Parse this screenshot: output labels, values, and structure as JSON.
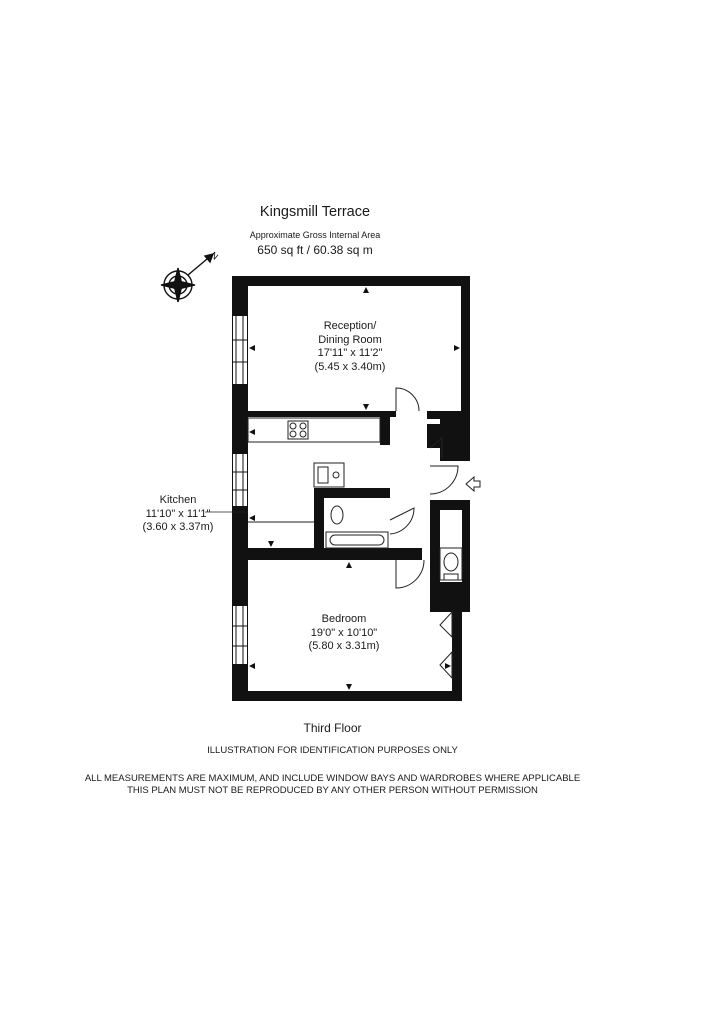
{
  "header": {
    "title": "Kingsmill Terrace",
    "area_label": "Approximate Gross Internal Area",
    "area_value": "650 sq ft  /  60.38 sq m"
  },
  "rooms": {
    "reception": {
      "name_line1": "Reception/",
      "name_line2": "Dining Room",
      "dimensions_imperial": "17'11\" x 11'2\"",
      "dimensions_metric": "(5.45 x 3.40m)"
    },
    "kitchen": {
      "name": "Kitchen",
      "dimensions_imperial": "11'10\" x 11'1\"",
      "dimensions_metric": "(3.60 x 3.37m)"
    },
    "bedroom": {
      "name": "Bedroom",
      "dimensions_imperial": "19'0\" x 10'10\"",
      "dimensions_metric": "(5.80 x 3.31m)"
    }
  },
  "compass": {
    "north_letter": "N",
    "icon": "compass-rose-icon"
  },
  "footer": {
    "floor_label": "Third Floor",
    "disclaimer_1": "ILLUSTRATION FOR IDENTIFICATION PURPOSES ONLY",
    "disclaimer_2": "ALL MEASUREMENTS ARE MAXIMUM, AND INCLUDE WINDOW BAYS AND WARDROBES WHERE APPLICABLE",
    "disclaimer_3": "THIS PLAN MUST NOT BE REPRODUCED BY ANY OTHER PERSON WITHOUT PERMISSION"
  },
  "colors": {
    "wall": "#111111",
    "line": "#222222",
    "background": "#ffffff"
  }
}
